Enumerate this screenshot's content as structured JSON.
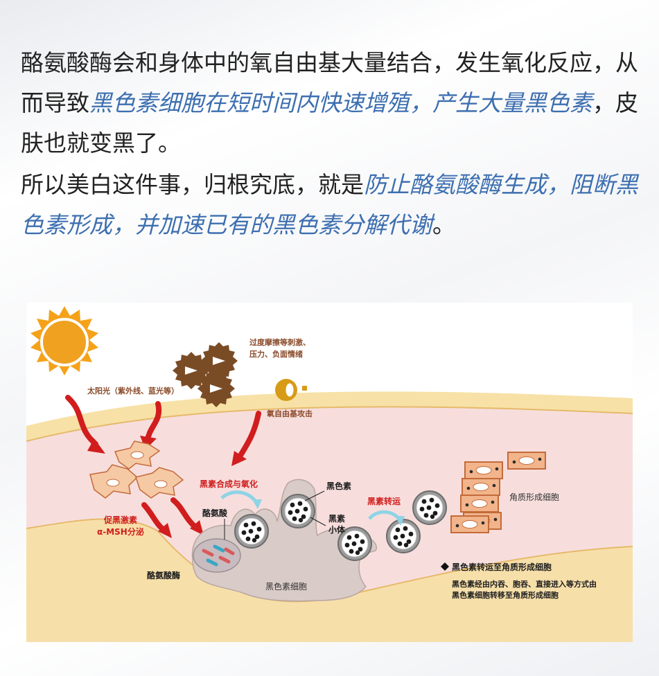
{
  "intro": {
    "p1_a": "酪氨酸酶会和身体中的氧自由基大量结合，发生氧化反应，从而导致",
    "p1_highlight": "黑色素细胞在短时间内快速增殖，产生大量黑色素",
    "p1_b": "，皮肤也就变黑了。",
    "p2_a": "所以美白这件事，归根究底，就是",
    "p2_highlight": "防止酪氨酸酶生成，阻断黑色素形成，并加速已有的黑色素分解代谢",
    "p2_b": "。"
  },
  "diagram": {
    "sun_label": "太阳光（紫外线、蓝光等）",
    "stress_label_1": "过度摩擦等刺激、",
    "stress_label_2": "压力、负面情绪",
    "radical_label": "氧自由基攻击",
    "synthesis_label": "黑素合成与氧化",
    "hormone_label_1": "促黑激素",
    "hormone_label_2": "α-MSH分泌",
    "tyrosine_label": "酪氨酸",
    "tyrosinase_label": "酪氨酸酶",
    "melanin_label": "黑色素",
    "melanosome_label_1": "黑素",
    "melanosome_label_2": "小体",
    "melanocyte_label": "黑色素细胞",
    "transport_label": "黑素转运",
    "keratinocyte_label": "角质形成细胞",
    "note_title": "黑色素转运至角质形成细胞",
    "note_line_1": "黑色素经由内吞、胞吞、直接进入等方式由",
    "note_line_2": "黑色素细胞转移至角质形成细胞",
    "colors": {
      "sun": "#f5a21a",
      "arrow_red": "#d11d1d",
      "skin_top": "#f7e1a6",
      "dermis_pink": "#f7dedd",
      "dermis_base": "#f7dfaa",
      "melanocyte": "#d9cbc7",
      "virus_brown": "#7a4c26",
      "keratinocyte": "#f2b48a",
      "highlight_blue": "#3d6fb0"
    }
  }
}
